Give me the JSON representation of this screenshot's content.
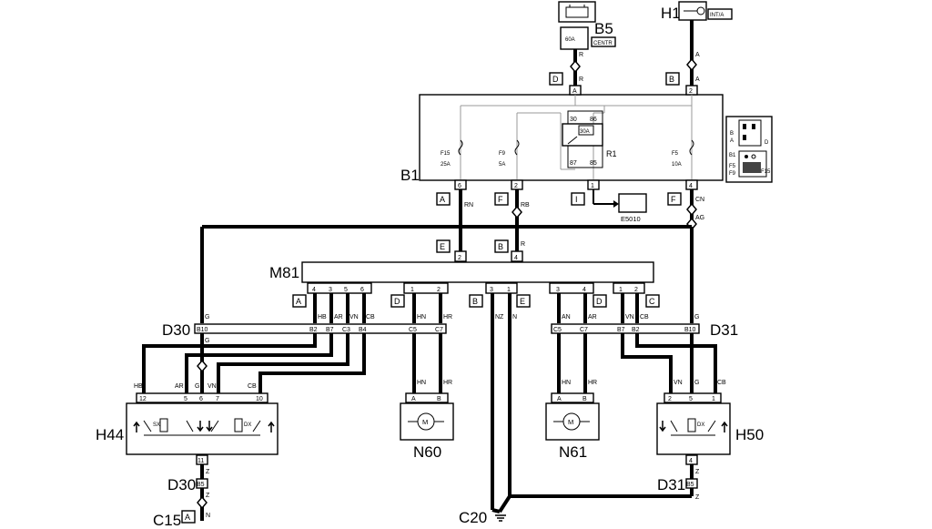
{
  "components": {
    "B5": "B5",
    "H1": "H1",
    "B1": "B1",
    "M81": "M81",
    "D30_top": "D30",
    "D31_top": "D31",
    "D30_bot": "D30",
    "D31_bot": "D31",
    "H44": "H44",
    "H50": "H50",
    "N60": "N60",
    "N61": "N61",
    "C15": "C15",
    "C20": "C20",
    "R1": "R1",
    "E5010": "E5010"
  },
  "fuse_block": {
    "rating": "60A",
    "location": "CENTR",
    "key_state": "INT/A"
  },
  "fuses": [
    {
      "name": "F15",
      "rating": "25A"
    },
    {
      "name": "F9",
      "rating": "5A"
    },
    {
      "name": "F5",
      "rating": "10A"
    }
  ],
  "relay": {
    "rating": "30A",
    "pins": [
      "30",
      "86",
      "87",
      "85"
    ]
  },
  "connector_letters": {
    "D_b5": "D",
    "B_h1": "B",
    "A_b1": "A",
    "F_b1": "F",
    "I_b1": "I",
    "F2_b1": "F",
    "E_m81": "E",
    "B_m81": "B",
    "A_left": "A",
    "D_left": "D",
    "B_mid": "B",
    "E_mid": "E",
    "D_right": "D",
    "C_right": "C",
    "A_c15": "A"
  },
  "wire_colors": {
    "r1": "R",
    "r2": "R",
    "a1": "A",
    "a2": "A",
    "rn": "RN",
    "rb": "RB",
    "r3": "R",
    "cn": "CN",
    "ag": "AG",
    "g_left": "G",
    "g_left2": "G",
    "hb": "HB",
    "ar": "AR",
    "vn": "VN",
    "cb": "CB",
    "hn_l": "HN",
    "hr_l": "HR",
    "nz": "NZ",
    "n_mid": "N",
    "an": "AN",
    "ar_r": "AR",
    "vn_r": "VN",
    "cb_r": "CB",
    "g_right": "G",
    "hn_r": "HN",
    "hr_r": "HR",
    "hb_h44": "HB",
    "ar_h44": "AR",
    "g_h44": "G",
    "vn_h44": "VN",
    "cb_h44": "CB",
    "vn_h50": "VN",
    "g_h50": "G",
    "cb_h50": "CB",
    "z_h44": "Z",
    "z_h44b": "Z",
    "n_c15": "N",
    "z_h50": "Z",
    "z_h50b": "Z"
  },
  "pin_numbers": {
    "b1_a": "A",
    "b1_2": "2",
    "b1_6": "6",
    "b1_2b": "2",
    "b1_1": "1",
    "b1_4": "4",
    "m81_in": [
      "2",
      "4"
    ],
    "m81_left": [
      "4",
      "3",
      "5",
      "6"
    ],
    "m81_d1": [
      "1",
      "2"
    ],
    "m81_mid": [
      "3",
      "1"
    ],
    "m81_right": [
      "3",
      "4"
    ],
    "m81_c": [
      "1",
      "2"
    ],
    "d30": [
      "B10",
      "B2",
      "B7",
      "C3",
      "B4",
      "C5",
      "C7"
    ],
    "d31": [
      "C5",
      "C7",
      "B7",
      "B2",
      "B10"
    ],
    "h44": [
      "12",
      "5",
      "6",
      "7",
      "10"
    ],
    "h50": [
      "2",
      "5",
      "1"
    ],
    "motor": [
      "A",
      "B"
    ],
    "h44_bot": "11",
    "d30_bot": "B5",
    "h50_bot": "4",
    "d31_bot": "B5"
  },
  "switch_labels": {
    "sx": "SX",
    "dx": "DX",
    "dx2": "DX"
  },
  "motor_symbol": "M",
  "legend_labels": {
    "b": "B",
    "a": "A",
    "d": "D",
    "b1": "B1",
    "f5": "F5",
    "f9": "F9",
    "f15": "F15"
  }
}
